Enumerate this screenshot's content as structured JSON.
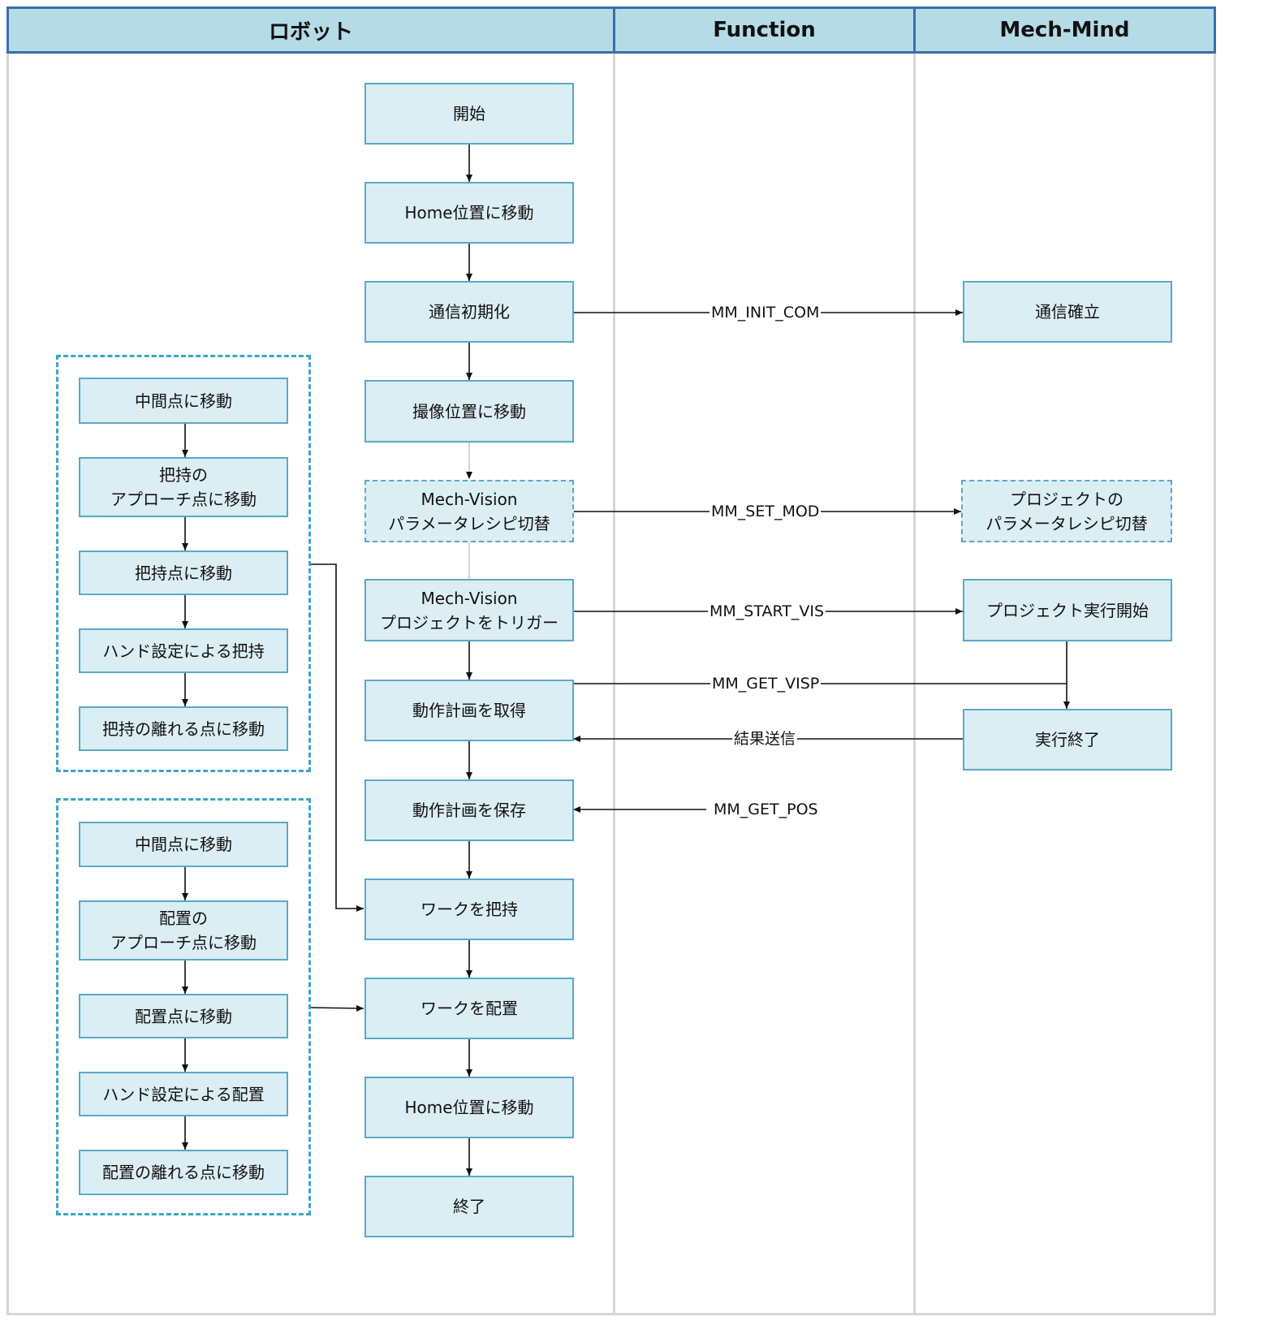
{
  "lanes": {
    "robot": "ロボット",
    "function": "Function",
    "mechmind": "Mech-Mind"
  },
  "main_flow": {
    "start": "開始",
    "home1": "Home位置に移動",
    "init_com": "通信初期化",
    "capture_pos": "撮像位置に移動",
    "vision_recipe": "Mech-Vision\nパラメータレシピ切替",
    "vision_trigger": "Mech-Vision\nプロジェクトをトリガー",
    "get_plan": "動作計画を取得",
    "save_plan": "動作計画を保存",
    "pick_work": "ワークを把持",
    "place_work": "ワークを配置",
    "home2": "Home位置に移動",
    "end": "終了"
  },
  "pick_group": {
    "mid": "中間点に移動",
    "approach": "把持の\nアプローチ点に移動",
    "grasp_point": "把持点に移動",
    "hand_grasp": "ハンド設定による把持",
    "depart": "把持の離れる点に移動"
  },
  "place_group": {
    "mid": "中間点に移動",
    "approach": "配置の\nアプローチ点に移動",
    "place_point": "配置点に移動",
    "hand_place": "ハンド設定による配置",
    "depart": "配置の離れる点に移動"
  },
  "mechmind_flow": {
    "com_established": "通信確立",
    "project_recipe": "プロジェクトの\nパラメータレシピ切替",
    "project_start": "プロジェクト実行開始",
    "exec_end": "実行終了"
  },
  "commands": {
    "init_com": "MM_INIT_COM",
    "set_mod": "MM_SET_MOD",
    "start_vis": "MM_START_VIS",
    "get_visp": "MM_GET_VISP",
    "result": "結果送信",
    "get_pos": "MM_GET_POS"
  }
}
